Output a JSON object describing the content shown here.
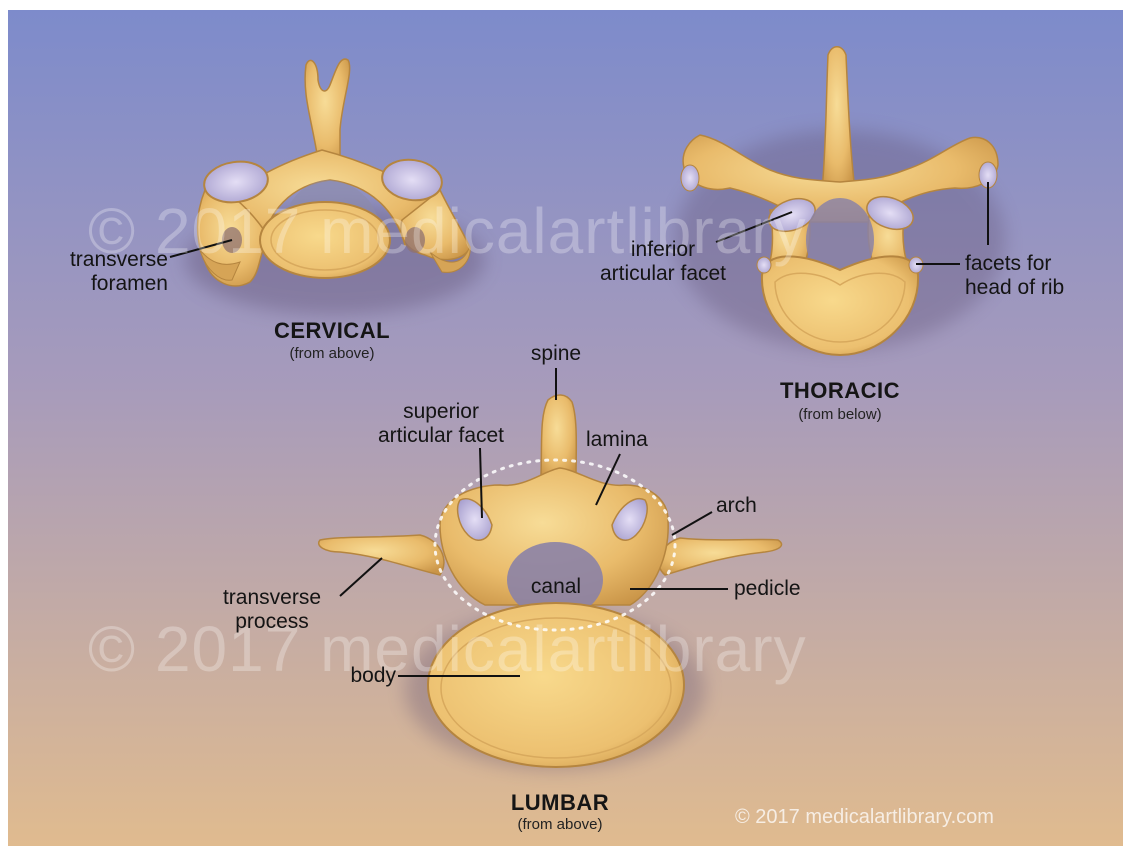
{
  "colors": {
    "bg_top": "#7f8cc9",
    "bg_bottom": "#dcb891",
    "bone_light": "#f3cf85",
    "bone_mid": "#e4b161",
    "bone_dark": "#b98a44",
    "facet": "#cdc6ea",
    "leader": "#111111"
  },
  "vertebrae": {
    "cervical": {
      "title": "CERVICAL",
      "view": "(from above)"
    },
    "thoracic": {
      "title": "THORACIC",
      "view": "(from below)"
    },
    "lumbar": {
      "title": "LUMBAR",
      "view": "(from above)"
    }
  },
  "labels": {
    "transverse_foramen": [
      "transverse",
      "foramen"
    ],
    "inferior_articular_facet": [
      "inferior",
      "articular facet"
    ],
    "facets_head_of_rib": [
      "facets for",
      "head of rib"
    ],
    "spine": "spine",
    "superior_articular_facet": [
      "superior",
      "articular facet"
    ],
    "lamina": "lamina",
    "arch": "arch",
    "canal": "canal",
    "pedicle": "pedicle",
    "transverse_process": [
      "transverse",
      "process"
    ],
    "body": "body"
  },
  "watermark": {
    "text": "© 2017 medicalartlibrary",
    "credit": "© 2017 medicalartlibrary.com"
  }
}
